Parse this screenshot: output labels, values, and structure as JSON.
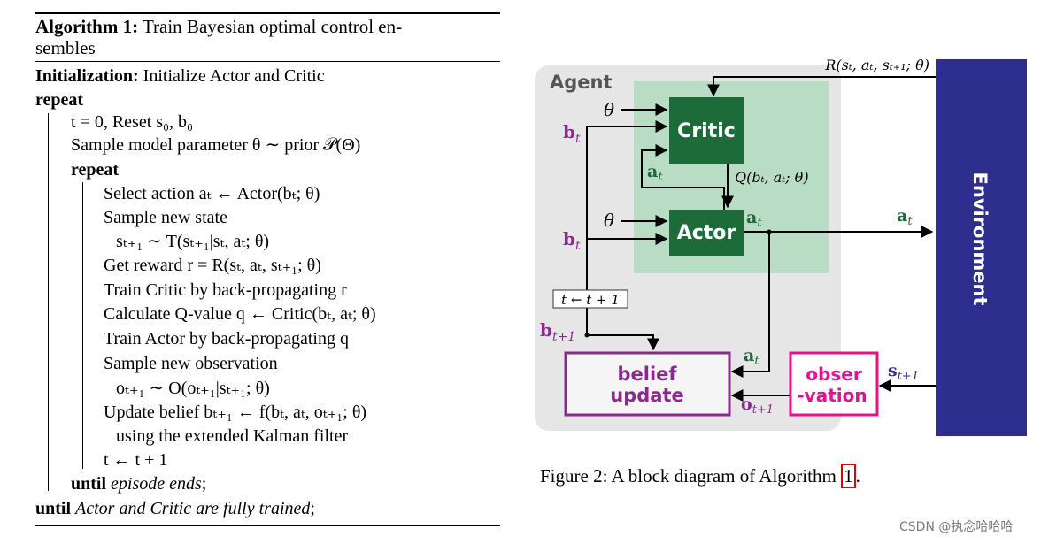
{
  "algorithm": {
    "title_label": "Algorithm 1:",
    "title_text": " Train Bayesian optimal control en-",
    "title_text2": "sembles",
    "init_label": "Initialization:",
    "init_text": " Initialize Actor and Critic",
    "repeat_kw": "repeat",
    "until_kw": "until",
    "lines": [
      "t = 0, Reset s₀, b₀",
      "Sample model parameter θ ∼ prior 𝒫(Θ)",
      "Select action aₜ ← Actor(bₜ; θ)",
      "Sample new state",
      "sₜ₊₁ ∼ T(sₜ₊₁|sₜ, aₜ; θ)",
      "Get reward r = R(sₜ, aₜ, sₜ₊₁; θ)",
      "Train Critic by back-propagating r",
      "Calculate Q-value q ← Critic(bₜ, aₜ; θ)",
      "Train Actor by back-propagating q",
      "Sample new observation",
      "oₜ₊₁ ∼ O(oₜ₊₁|sₜ₊₁; θ)",
      "Update belief bₜ₊₁ ← f(bₜ, aₜ, oₜ₊₁; θ)",
      "using the extended Kalman filter",
      "t ← t + 1"
    ],
    "inner_until": "episode ends",
    "outer_until": "Actor and Critic are fully trained"
  },
  "diagram": {
    "agent_label": "Agent",
    "critic_label": "Critic",
    "actor_label": "Actor",
    "belief_label_1": "belief",
    "belief_label_2": "update",
    "obs_label_1": "obser",
    "obs_label_2": "-vation",
    "environment_label": "Environment",
    "reward_label": "R(sₜ, aₜ, sₜ₊₁; θ)",
    "theta_label": "θ",
    "bt_label": "b",
    "sub_t": "t",
    "sub_t1": "t+1",
    "at_label": "a",
    "q_label": "Q(bₜ, aₜ; θ)",
    "tstep_label": "t ← t + 1",
    "bt1_label": "b",
    "st1_label": "s",
    "ot1_label": "o",
    "colors": {
      "agent_bg": "#e6e6e6",
      "green_region": "#b9dcc5",
      "dark_green": "#1e6b3a",
      "purple": "#8a2a8f",
      "magenta": "#e0148e",
      "environment": "#2e2e8f",
      "label_green": "#1e6b3a",
      "label_purple": "#8a2a8f",
      "label_navy": "#2e2e8f"
    }
  },
  "caption": {
    "text": "Figure 2: A block diagram of Algorithm ",
    "ref": "1",
    "end": "."
  },
  "watermark": "CSDN @执念哈哈哈"
}
